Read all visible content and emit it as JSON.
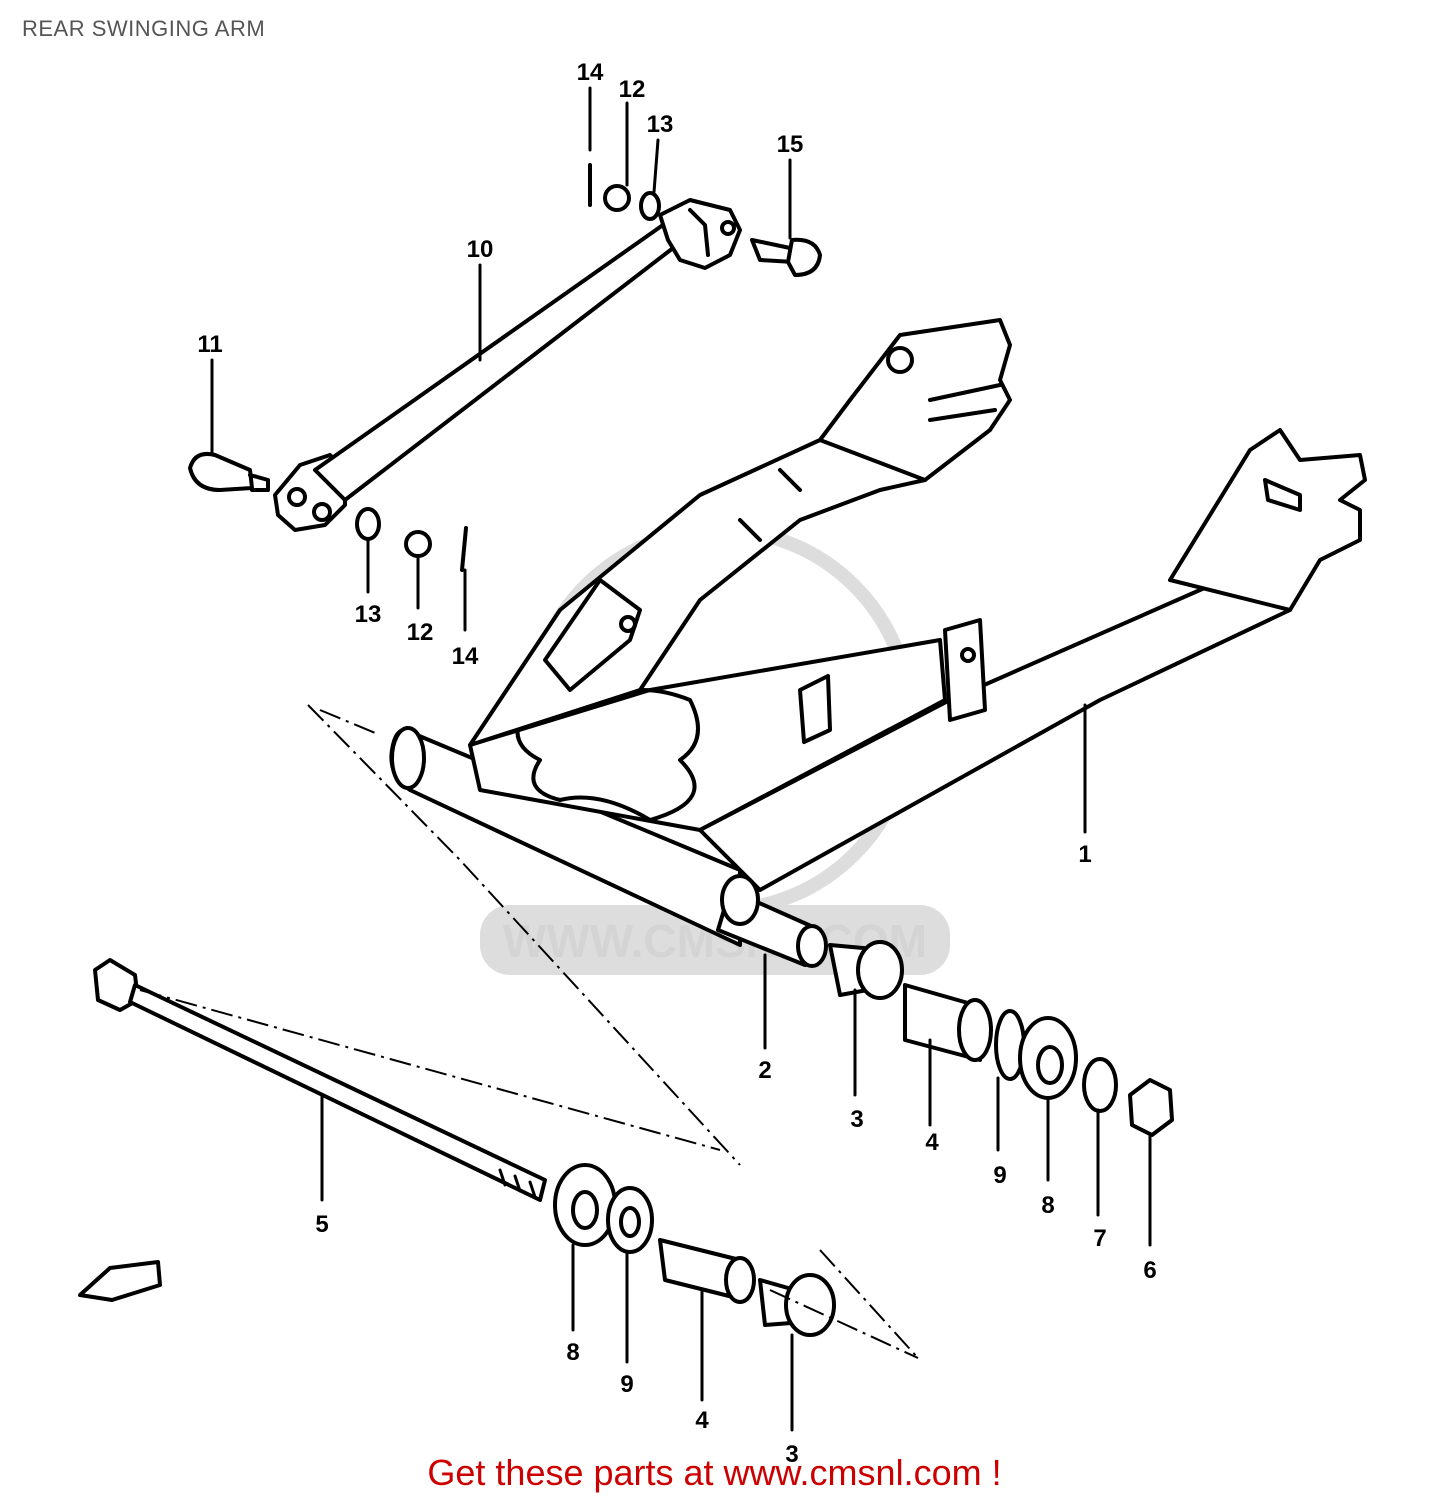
{
  "title": "REAR SWINGING ARM",
  "watermark": "WWW.CMSNL.COM",
  "footer": "Get these parts at www.cmsnl.com !",
  "callouts": [
    {
      "id": "c14a",
      "label": "14"
    },
    {
      "id": "c12a",
      "label": "12"
    },
    {
      "id": "c13a",
      "label": "13"
    },
    {
      "id": "c15",
      "label": "15"
    },
    {
      "id": "c10",
      "label": "10"
    },
    {
      "id": "c11",
      "label": "11"
    },
    {
      "id": "c13b",
      "label": "13"
    },
    {
      "id": "c12b",
      "label": "12"
    },
    {
      "id": "c14b",
      "label": "14"
    },
    {
      "id": "c1",
      "label": "1"
    },
    {
      "id": "c2",
      "label": "2"
    },
    {
      "id": "c3a",
      "label": "3"
    },
    {
      "id": "c4a",
      "label": "4"
    },
    {
      "id": "c9a",
      "label": "9"
    },
    {
      "id": "c8a",
      "label": "8"
    },
    {
      "id": "c7",
      "label": "7"
    },
    {
      "id": "c6",
      "label": "6"
    },
    {
      "id": "c5",
      "label": "5"
    },
    {
      "id": "c8b",
      "label": "8"
    },
    {
      "id": "c9b",
      "label": "9"
    },
    {
      "id": "c4b",
      "label": "4"
    },
    {
      "id": "c3b",
      "label": "3"
    }
  ]
}
